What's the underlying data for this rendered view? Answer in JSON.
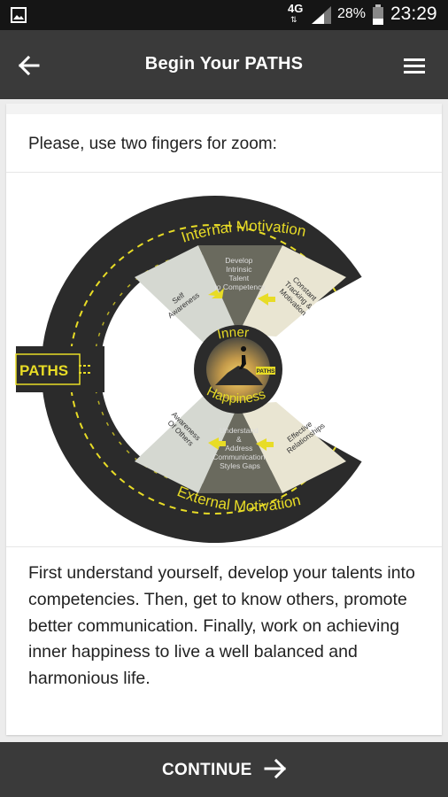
{
  "status_bar": {
    "network": "4G",
    "network_arrows": "⇅",
    "battery_percent": "28%",
    "time": "23:29",
    "icons": [
      "gallery-icon",
      "signal-icon",
      "battery-icon"
    ]
  },
  "app_bar": {
    "title": "Begin Your PATHS",
    "icons": [
      "back-arrow-icon",
      "hamburger-menu-icon"
    ]
  },
  "content": {
    "instruction": "Please, use two fingers for zoom:",
    "description": "First understand yourself, develop your talents into competencies. Then, get to know others, promote better communication. Finally, work on achieving inner happiness to live a well balanced and harmonious life."
  },
  "diagram": {
    "top_road_label": "Internal Motivation",
    "bottom_road_label": "External Motivation",
    "entry_label": "PATHS",
    "center_top": "Inner",
    "center_bottom": "Happiness",
    "center_badge": "PATHS",
    "segments": {
      "top_left": "Self Awareness",
      "top_middle": [
        "Develop",
        "Intrinsic",
        "Talent",
        "to Competency"
      ],
      "top_right": [
        "Constant",
        "Tracking &",
        "Motivation"
      ],
      "bottom_left": [
        "Awareness",
        "Of Others"
      ],
      "bottom_middle": [
        "Understand",
        "&",
        "Address",
        "Communication",
        "Styles Gaps"
      ],
      "bottom_right": [
        "Effective",
        "Relationships"
      ]
    },
    "colors": {
      "road": "#2b2b2b",
      "accent": "#e8dc26",
      "light_segment": "#d5d8d1",
      "mid_segment": "#6a6a5e",
      "cream_segment": "#e9e5d2"
    }
  },
  "footer": {
    "continue_label": "CONTINUE",
    "icons": [
      "arrow-right-icon"
    ]
  }
}
